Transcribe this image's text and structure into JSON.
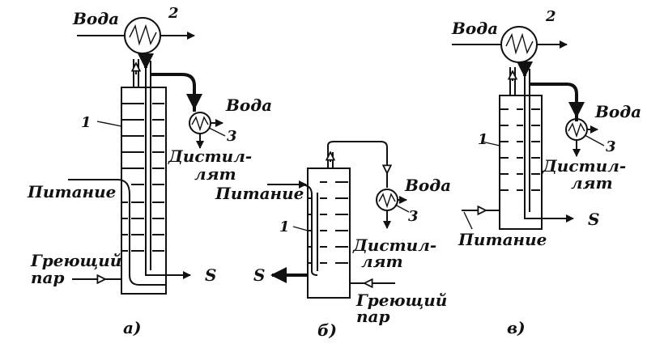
{
  "diagrams": {
    "a": {
      "caption": "а)",
      "water_in": "Вода",
      "condenser_num": "2",
      "column_num": "1",
      "cooler_water": "Вода",
      "cooler_num": "3",
      "distillate_1": "Дистил-",
      "distillate_2": "лят",
      "feed": "Питание",
      "steam_1": "Греющий",
      "steam_2": "пар",
      "bottoms": "S"
    },
    "b": {
      "caption": "б)",
      "feed": "Питание",
      "cooler_water": "Вода",
      "cooler_num": "3",
      "column_num": "1",
      "distillate_1": "Дистил-",
      "distillate_2": "лят",
      "bottoms": "S",
      "steam_1": "Греющий",
      "steam_2": "пар"
    },
    "c": {
      "caption": "в)",
      "water_in": "Вода",
      "condenser_num": "2",
      "cooler_water": "Вода",
      "column_num": "1",
      "cooler_num": "3",
      "distillate_1": "Дистил-",
      "distillate_2": "лят",
      "bottoms": "S",
      "feed": "Питание"
    }
  }
}
